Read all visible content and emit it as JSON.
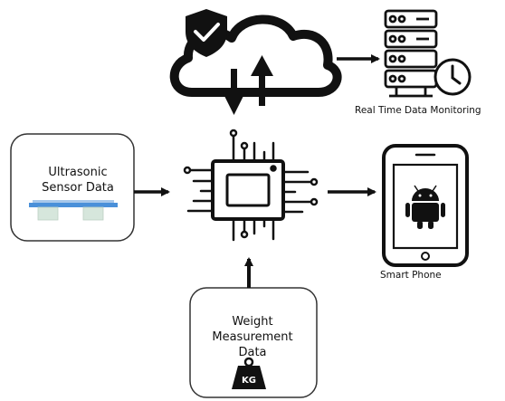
{
  "nodes": {
    "cloud": {
      "icon": "cloud-shield-check-icon"
    },
    "server": {
      "icon": "server-rack-clock-icon",
      "label": "Real Time Data Monitoring"
    },
    "processor": {
      "icon": "microcontroller-chip-icon"
    },
    "ultrasonic": {
      "icon": "ultrasonic-sensor-icon",
      "label_line1": "Ultrasonic",
      "label_line2": "Sensor Data"
    },
    "weight": {
      "icon": "kg-weight-icon",
      "label_line1": "Weight",
      "label_line2": "Measurement",
      "label_line3": "Data",
      "weight_unit": "KG"
    },
    "phone": {
      "icon": "android-phone-icon",
      "label": "Smart Phone"
    }
  },
  "colors": {
    "stroke": "#111111",
    "sensor_strip": "#4a90d9",
    "sensor_blocks": "#d6e6dc"
  }
}
